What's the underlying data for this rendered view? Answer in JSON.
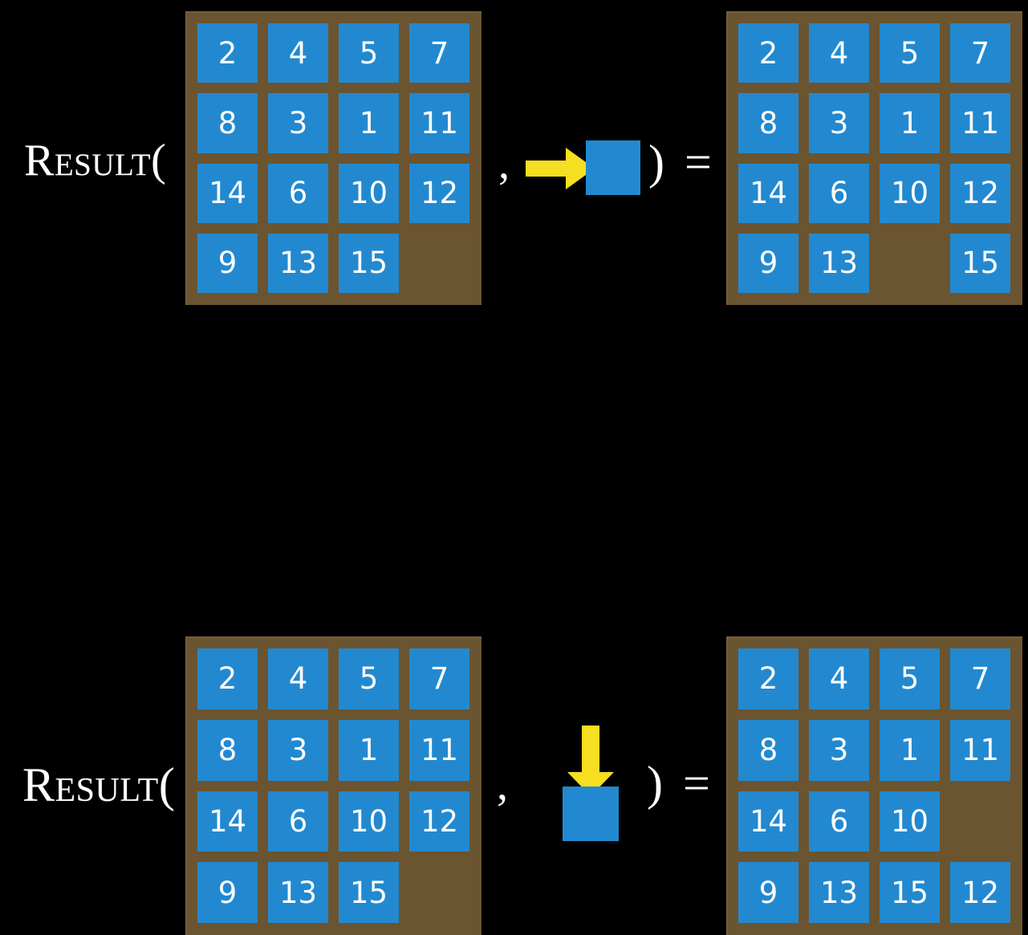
{
  "diagram": {
    "title": "RESULT function on 15-puzzle states",
    "background_color": "#000000",
    "board_color": "#6B5430",
    "tile_color": "#2289D0",
    "tile_text_color": "#FFFFFF",
    "arrow_color": "#F5DF20",
    "blank_label": ""
  },
  "symbols": {
    "comma": ",",
    "paren_close_equals": ") =",
    "paren_open": "("
  },
  "rows": [
    {
      "id": "row-1",
      "label": "Result(",
      "action": {
        "name": "move-blank-right",
        "arrow_direction": "right",
        "arrow_icon": "arrow-right-icon",
        "square_label": ""
      },
      "state_before": {
        "name": "initial-state",
        "tiles": [
          [
            "2",
            "4",
            "5",
            "7"
          ],
          [
            "8",
            "3",
            "1",
            "11"
          ],
          [
            "14",
            "6",
            "10",
            "12"
          ],
          [
            "9",
            "13",
            "15",
            ""
          ]
        ],
        "blank": [
          3,
          3
        ]
      },
      "state_after": {
        "name": "result-state",
        "tiles": [
          [
            "2",
            "4",
            "5",
            "7"
          ],
          [
            "8",
            "3",
            "1",
            "11"
          ],
          [
            "14",
            "6",
            "10",
            "12"
          ],
          [
            "9",
            "13",
            "",
            "15"
          ]
        ],
        "blank": [
          3,
          2
        ]
      }
    },
    {
      "id": "row-2",
      "label": "Result(",
      "action": {
        "name": "move-blank-down",
        "arrow_direction": "down",
        "arrow_icon": "arrow-down-icon",
        "square_label": ""
      },
      "state_before": {
        "name": "initial-state",
        "tiles": [
          [
            "2",
            "4",
            "5",
            "7"
          ],
          [
            "8",
            "3",
            "1",
            "11"
          ],
          [
            "14",
            "6",
            "10",
            "12"
          ],
          [
            "9",
            "13",
            "15",
            ""
          ]
        ],
        "blank": [
          3,
          3
        ]
      },
      "state_after": {
        "name": "result-state",
        "tiles": [
          [
            "2",
            "4",
            "5",
            "7"
          ],
          [
            "8",
            "3",
            "1",
            "11"
          ],
          [
            "14",
            "6",
            "10",
            ""
          ],
          [
            "9",
            "13",
            "15",
            "12"
          ]
        ],
        "blank": [
          2,
          3
        ]
      }
    }
  ]
}
